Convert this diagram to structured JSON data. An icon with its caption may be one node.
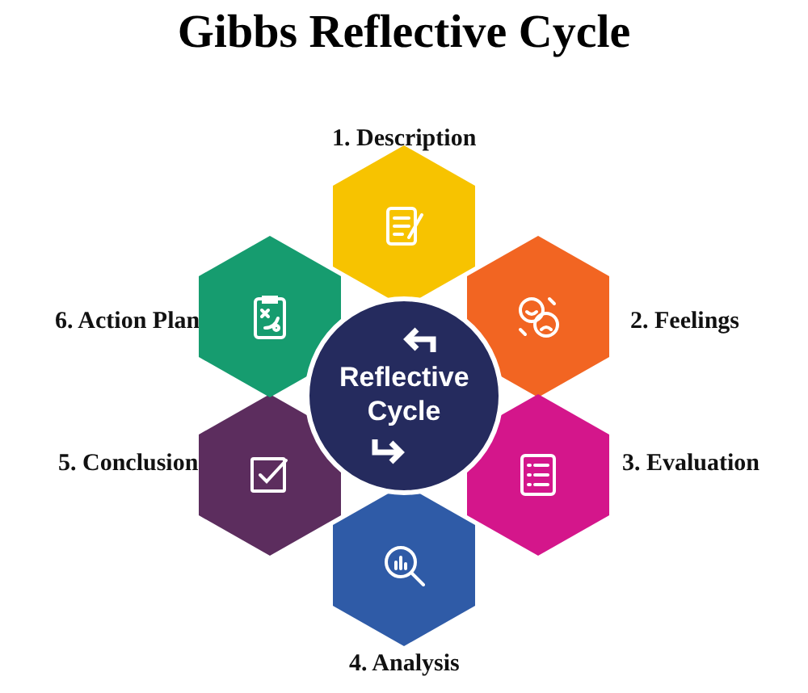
{
  "diagram": {
    "title": "Gibbs Reflective Cycle",
    "nodes": [
      {
        "text": [
          "1. Description"
        ]
      },
      {
        "text": [
          "2. Feelings"
        ]
      },
      {
        "text": [
          "3. Evaluation"
        ]
      },
      {
        "text": [
          "4. Analysis"
        ]
      },
      {
        "text": [
          "5. Conclusion"
        ]
      },
      {
        "text": [
          "6. Action Plan"
        ]
      },
      {
        "text": [
          "Reflective Cycle"
        ]
      }
    ],
    "edges": []
  }
}
